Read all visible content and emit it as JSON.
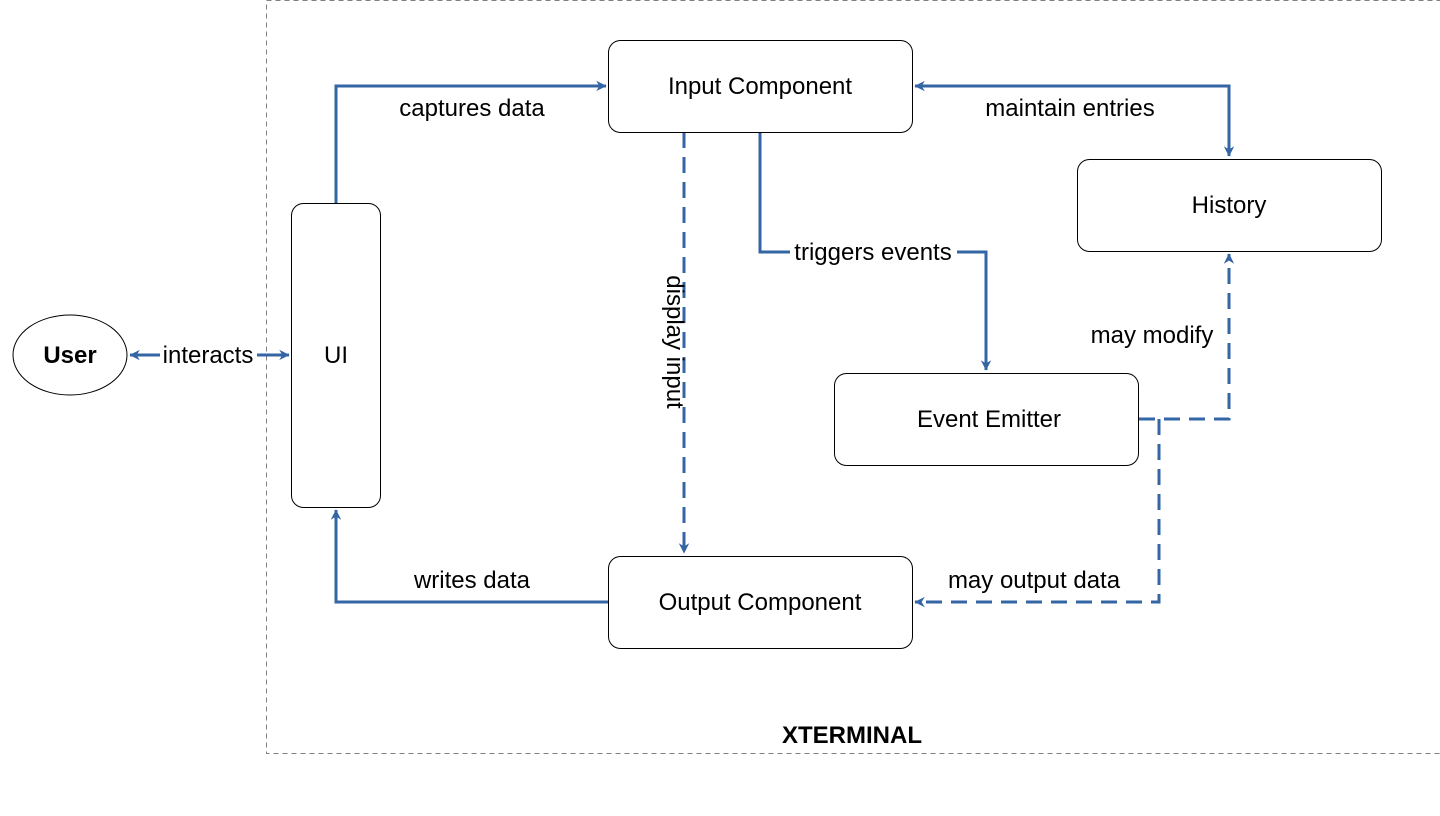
{
  "colors": {
    "edge": "#3465a4",
    "node_border": "#000000",
    "frame_border": "#808080",
    "background": "#ffffff"
  },
  "nodes": {
    "user": "User",
    "ui": "UI",
    "input_component": "Input Component",
    "history": "History",
    "event_emitter": "Event Emitter",
    "output_component": "Output Component"
  },
  "container": {
    "label": "XTERMINAL"
  },
  "edges": {
    "interacts": "interacts",
    "captures_data": "captures data",
    "maintain_entries": "maintain entries",
    "display_input": "display input",
    "triggers_events": "triggers events",
    "may_modify": "may modify",
    "may_output_data": "may output data",
    "writes_data": "writes data"
  }
}
